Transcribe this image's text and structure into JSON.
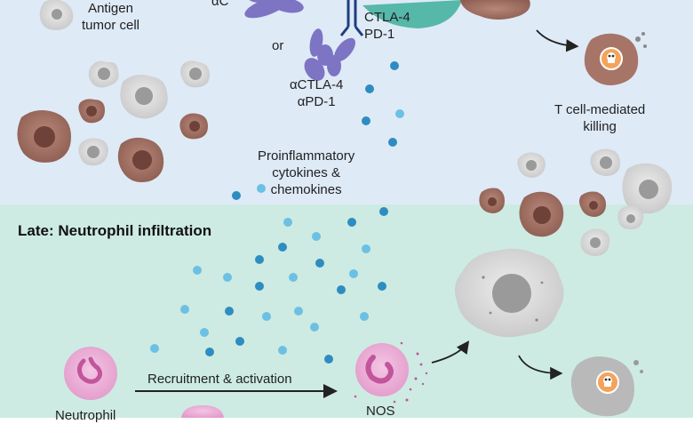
{
  "labels": {
    "antigen_tumor_cell": "Antigen\ntumor cell",
    "ctla4_pd1": "CTLA-4\nPD-1",
    "or": "or",
    "antibody": "αCTLA-4\nαPD-1",
    "antibody_top_partial": "αC",
    "t_cell_killing": "T cell-mediated\nkilling",
    "cytokines": "Proinflammatory\ncytokines &\nchemokines",
    "late_heading": "Late: Neutrophil infiltration",
    "recruitment": "Recruitment & activation",
    "neutrophil": "Neutrophil",
    "nos": "NOS"
  },
  "colors": {
    "top_bg": "#dfeaf7",
    "bottom_bg": "#cdebe2",
    "tumor_brown": "#9c6b5e",
    "tumor_gray": "#d3d3d3",
    "neutrophil_pink": "#e9a8d0",
    "cytokine_blue": "#4aa7d4",
    "antibody_purple": "#7d74c4"
  },
  "icons": [
    "antibody-icon",
    "t-cell-receptor-icon",
    "skull-icon",
    "tumor-cell-icon",
    "neutrophil-icon",
    "cytokine-dot-icon",
    "arrow-icon"
  ]
}
